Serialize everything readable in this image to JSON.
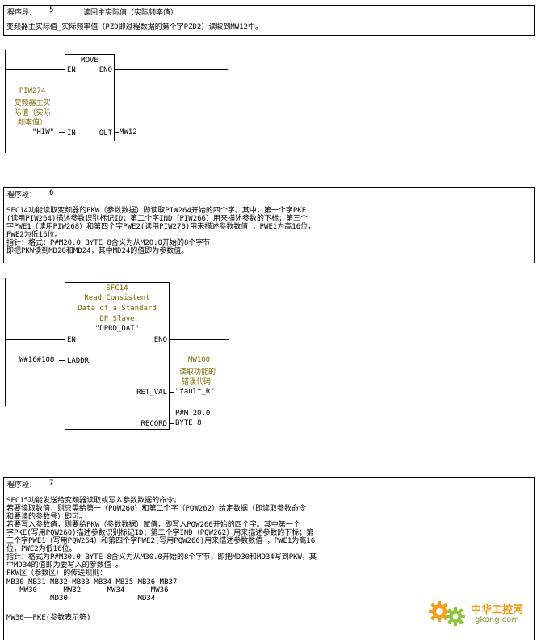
{
  "seg5": {
    "label": "程序段：",
    "number": "5",
    "title": "读回主实际值（实际频率值）",
    "comment": "变频器主实际值_实际频率值（PZD即过程数据的第个字PZD2）读取到MW12中。",
    "block": {
      "name": "MOVE",
      "en": "EN",
      "eno": "ENO",
      "in": "IN",
      "out": "OUT",
      "in_addr": "PIW274",
      "in_desc": [
        "变频器主实",
        "际值（实际",
        "频率值）"
      ],
      "in_symbol": "\"HIW\"",
      "out_addr": "MW12"
    }
  },
  "seg6": {
    "label": "程序段：",
    "number": "6",
    "comment": [
      "SFC14功能读取变频器的PKW（参数数据）即读取PIW264开始的四个字。其中，第一个字PKE",
      "(读用PIW264)描述参数识别标记ID；第二个字IND（PIW266）用来描述参数的下标；第三个",
      "字PWE1（读用PIW268）和第四个字PWE2(读用PIW270)用来描述参数数值 ，PWE1为高16位，",
      "PWE2为低16位。",
      "指针：格式：P#M20.0 BYTE 8含义为从M20.0开始的8个字节",
      "即把PKW读到MD20和MD24，其中MD24的值即为参数值。"
    ],
    "block": {
      "name": "SFC14",
      "desc": [
        "Read Consistent",
        "Data of a Standard",
        "DP Slave"
      ],
      "symbol": "\"DPRD_DAT\"",
      "en": "EN",
      "eno": "ENO",
      "laddr": "LADDR",
      "laddr_value": "W#16#108",
      "ret_val": "RET_VAL",
      "record": "RECORD",
      "ret_addr": "MW100",
      "ret_desc": [
        "读取功能的",
        "错误代码"
      ],
      "ret_symbol": "\"fault_R\"",
      "rec_value1": "P#M 20.0",
      "rec_value2": "BYTE 8"
    }
  },
  "seg7": {
    "label": "程序段：",
    "number": "7",
    "comment": [
      "SFC15功能发送给变频器读取或写入参数数据的命令。",
      "若要读取数值，则只需给第一（PQW260）和第二个字（PQW262）给定数据（即读取参数命令",
      "和要读的参数号）即可。",
      "若要写入参数值，则要给PKW（参数数据）赋值，即写入PQW260开始的四个字。其中第一个",
      "字PKE(写用PQW260)描述参数识别标记ID；第二个字IND（PQW262）用来描述参数的下标；第",
      "三个字PWE1（写用PQW264）和第四个字PWE2(写用PQW266)用来描述参数数值 ，PWE1为高16",
      "位，PWE2为低16位。",
      "指针：格式为P#M30.0 BYTE 8含义为从M30.0开始的8个字节，即把MD30和MD34写到PKW，其",
      "中MD34的值即为要写入的参数值 。",
      "PKW区（参数区）的传送规则：",
      "MB30 MB31 MB32 MB33 MB34 MB35 MB36 MB37",
      "   MW30      MW32      MW34      MW36",
      "          MD30                MD34",
      "",
      "MW30——PKE(参数表示符)"
    ]
  },
  "watermark": {
    "brand": "中华工控网",
    "url": "gkong.com"
  },
  "colors": {
    "olive": "#7a6a00",
    "logo_orange": "#f0a020",
    "logo_green": "#8cc63f"
  }
}
